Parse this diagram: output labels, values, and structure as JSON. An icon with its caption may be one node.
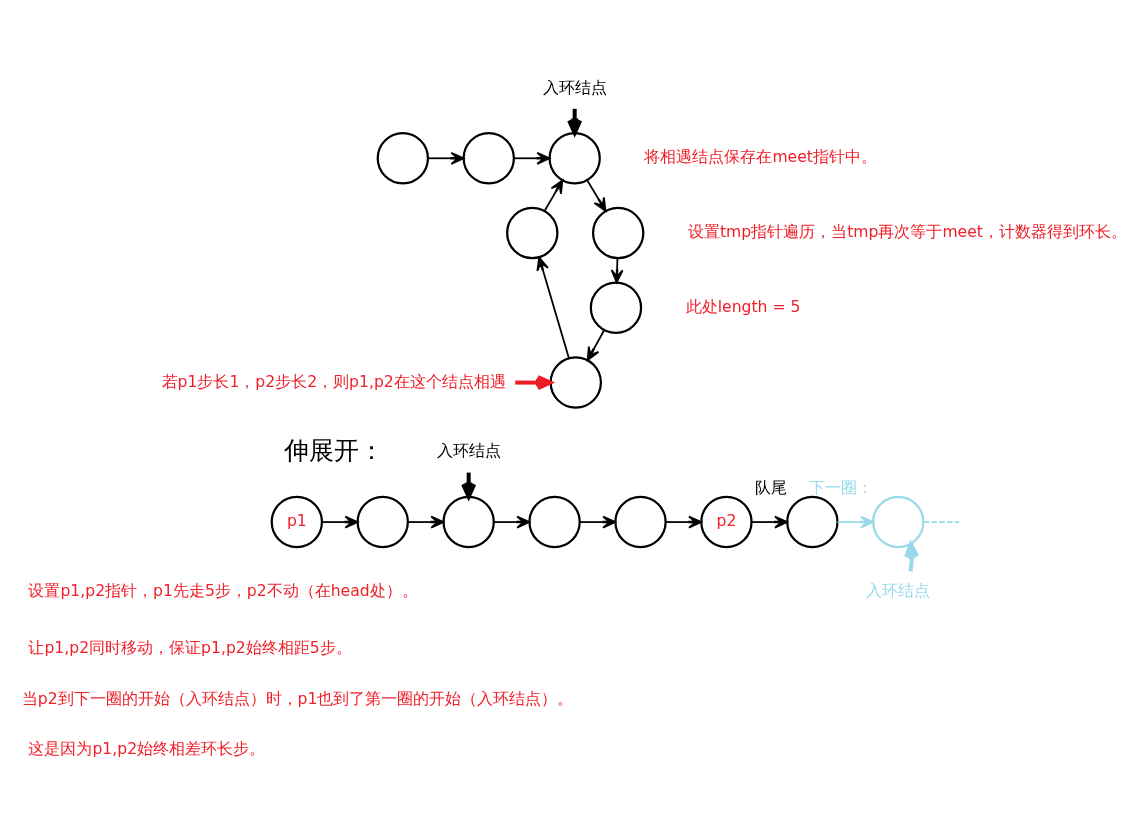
{
  "diagram": {
    "nodes": [
      {
        "text": [
          "入环结点"
        ]
      },
      {
        "text": [],
        "shape": "circle"
      },
      {
        "text": [],
        "shape": "circle"
      },
      {
        "text": [],
        "shape": "circle"
      },
      {
        "text": [],
        "shape": "circle"
      },
      {
        "text": [],
        "shape": "circle"
      },
      {
        "text": [],
        "shape": "circle"
      },
      {
        "text": [
          "若p1步长1，p2步长2，则p1,p2在这个结点相遇"
        ]
      },
      {
        "text": [],
        "shape": "circle"
      },
      {
        "text": [
          "入环结点"
        ]
      },
      {
        "text": [
          "p1"
        ]
      },
      {
        "text": [],
        "shape": "circle"
      },
      {
        "text": [],
        "shape": "circle"
      },
      {
        "text": [],
        "shape": "circle"
      },
      {
        "text": [],
        "shape": "circle"
      },
      {
        "text": [
          "p2"
        ]
      },
      {
        "text": [],
        "shape": "circle",
        "beside": [
          "队尾"
        ]
      },
      {
        "text": [],
        "shape": "circle",
        "beside": [
          "下一圈："
        ]
      },
      {
        "text": [
          "入环结点"
        ]
      }
    ],
    "edges": [
      {
        "from": 1,
        "to": 2,
        "arrow": "to"
      },
      {
        "from": 2,
        "to": 3,
        "arrow": "to"
      },
      {
        "from": 3,
        "to": 5,
        "arrow": "to"
      },
      {
        "from": 5,
        "to": 6,
        "arrow": "to"
      },
      {
        "from": 6,
        "to": 8,
        "arrow": "to"
      },
      {
        "from": 8,
        "to": 4,
        "arrow": "to"
      },
      {
        "from": 4,
        "to": 3,
        "arrow": "to"
      },
      {
        "from": 0,
        "to": 3,
        "arrow": "to",
        "style": "thick"
      },
      {
        "from": 7,
        "to": 8,
        "arrow": "to",
        "style": "thick",
        "color": "#ed1c24"
      },
      {
        "from": 10,
        "to": 11,
        "arrow": "to"
      },
      {
        "from": 11,
        "to": 12,
        "arrow": "to"
      },
      {
        "from": 12,
        "to": 13,
        "arrow": "to"
      },
      {
        "from": 13,
        "to": 14,
        "arrow": "to"
      },
      {
        "from": 14,
        "to": 15,
        "arrow": "to"
      },
      {
        "from": 15,
        "to": 16,
        "arrow": "to"
      },
      {
        "from": 16,
        "to": 17,
        "arrow": "to",
        "color": "#99d9ea"
      },
      {
        "from": 17,
        "to": null,
        "arrow": "none",
        "style": "dashed",
        "color": "#99d9ea"
      },
      {
        "from": 9,
        "to": 12,
        "arrow": "to",
        "style": "thick"
      },
      {
        "from": 18,
        "to": 17,
        "arrow": "to",
        "style": "thick",
        "color": "#99d9ea"
      }
    ],
    "labels": [
      "将相遇结点保存在meet指针中。",
      "设置tmp指针遍历，当tmp再次等于meet，计数器得到环长。",
      "此处length = 5",
      "伸展开：",
      "设置p1,p2指针，p1先走5步，p2不动（在head处）。",
      "让p1,p2同时移动，保证p1,p2始终相距5步。",
      "当p2到下一圈的开始（入环结点）时，p1也到了第一圈的开始（入环结点）。",
      "这是因为p1,p2始终相差环长步。"
    ]
  }
}
